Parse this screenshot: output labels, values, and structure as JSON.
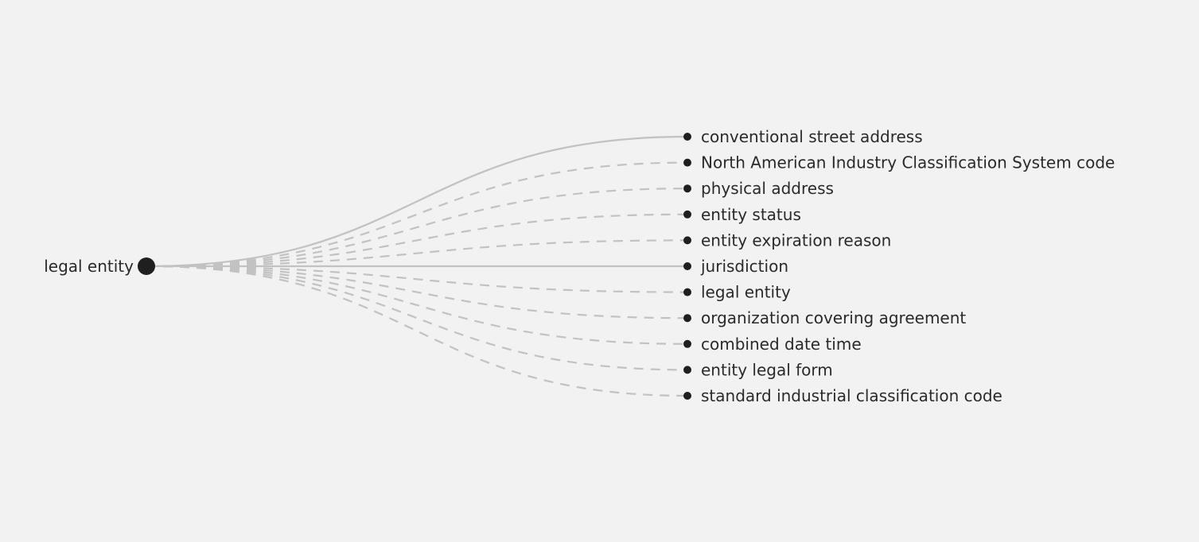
{
  "root": {
    "label": "legal entity"
  },
  "children": [
    {
      "label": "conventional street address",
      "dashed": false
    },
    {
      "label": "North American Industry Classification System code",
      "dashed": true
    },
    {
      "label": "physical address",
      "dashed": true
    },
    {
      "label": "entity status",
      "dashed": true
    },
    {
      "label": "entity expiration reason",
      "dashed": true
    },
    {
      "label": "jurisdiction",
      "dashed": false
    },
    {
      "label": "legal entity",
      "dashed": true
    },
    {
      "label": "organization covering agreement",
      "dashed": true
    },
    {
      "label": "combined date time",
      "dashed": true
    },
    {
      "label": "entity legal form",
      "dashed": true
    },
    {
      "label": "standard industrial classification code",
      "dashed": true
    }
  ],
  "colors": {
    "background": "#f2f2f2",
    "link": "#c2c2c2",
    "node": "#1f1f1f",
    "text": "#2a2a2a"
  }
}
